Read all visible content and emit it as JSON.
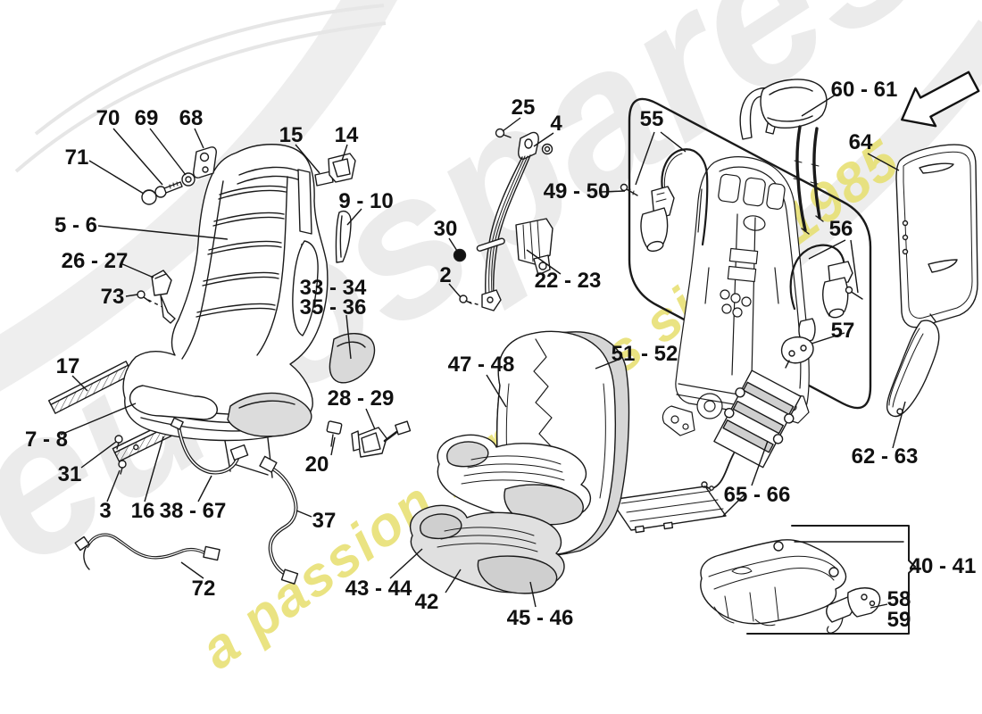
{
  "watermark": {
    "brand": "eurospares",
    "tagline": "a passion for parts since 1985",
    "brand_color": "#ebebeb",
    "tagline_color": "#e7df6d"
  },
  "diagram": {
    "type": "exploded-parts-diagram",
    "subject": "seat, complete",
    "line_color": "#1a1a1a",
    "shade_color": "#d9d9d9"
  },
  "labels": {
    "l70": "70",
    "l69": "69",
    "l68": "68",
    "l71": "71",
    "l5_6": "5 - 6",
    "l26_27": "26 - 27",
    "l73": "73",
    "l15": "15",
    "l14": "14",
    "l9_10": "9 - 10",
    "l33_34": "33 - 34",
    "l35_36": "35 - 36",
    "l17": "17",
    "l7_8": "7 - 8",
    "l31": "31",
    "l3": "3",
    "l16": "16",
    "l38_67": "38 - 67",
    "l20": "20",
    "l28_29": "28 - 29",
    "l37": "37",
    "l72": "72",
    "l25": "25",
    "l4": "4",
    "l30": "30",
    "l2": "2",
    "l22_23": "22 - 23",
    "l49_50": "49 - 50",
    "l55": "55",
    "l60_61": "60 - 61",
    "l64": "64",
    "l56": "56",
    "l57": "57",
    "l47_48": "47 - 48",
    "l51_52": "51 - 52",
    "l62_63": "62 - 63",
    "l65_66": "65 - 66",
    "l43_44": "43 - 44",
    "l42": "42",
    "l45_46": "45 - 46",
    "l40_41": "40 - 41",
    "l58": "58",
    "l59": "59"
  }
}
